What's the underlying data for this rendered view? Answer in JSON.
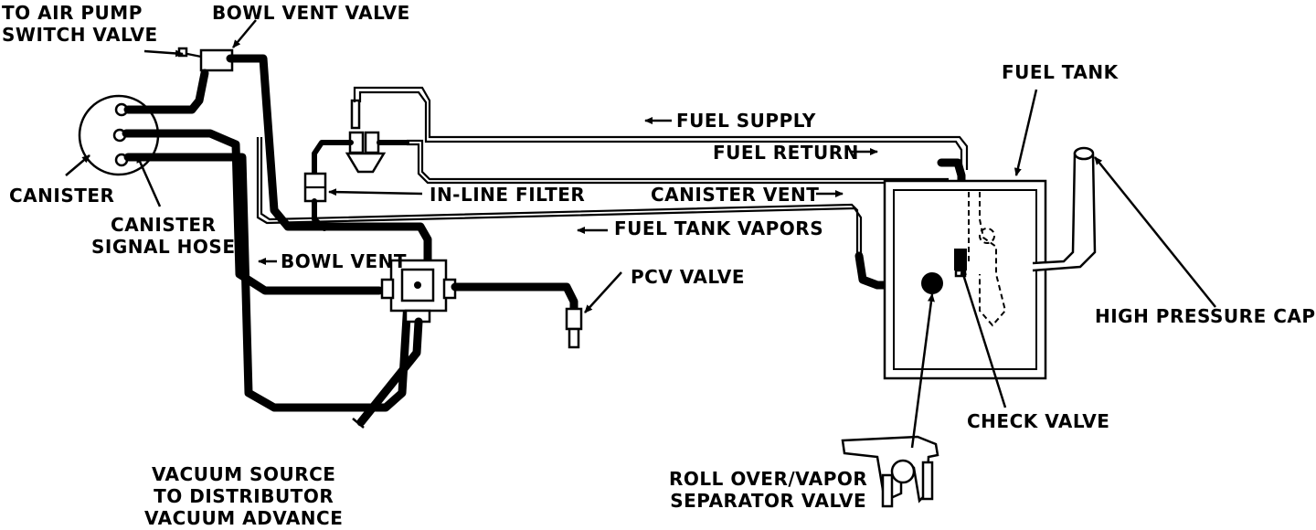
{
  "labels": {
    "air_pump": [
      "TO AIR PUMP",
      "SWITCH VALVE"
    ],
    "bowl_vent_valve": "BOWL VENT VALVE",
    "canister": "CANISTER",
    "canister_signal_hose": [
      "CANISTER",
      "SIGNAL HOSE"
    ],
    "inline_filter": "IN-LINE FILTER",
    "bowl_vent": "BOWL VENT",
    "pcv_valve": "PCV VALVE",
    "vacuum_source": [
      "VACUUM SOURCE",
      "TO DISTRIBUTOR",
      "VACUUM ADVANCE"
    ],
    "fuel_supply": "FUEL SUPPLY",
    "fuel_return": "FUEL RETURN",
    "canister_vent": "CANISTER VENT",
    "fuel_tank_vapors": "FUEL TANK VAPORS",
    "fuel_tank": "FUEL TANK",
    "high_pressure_cap": "HIGH PRESSURE CAP",
    "check_valve": "CHECK VALVE",
    "rollover_valve": [
      "ROLL OVER/VAPOR",
      "SEPARATOR VALVE"
    ]
  }
}
